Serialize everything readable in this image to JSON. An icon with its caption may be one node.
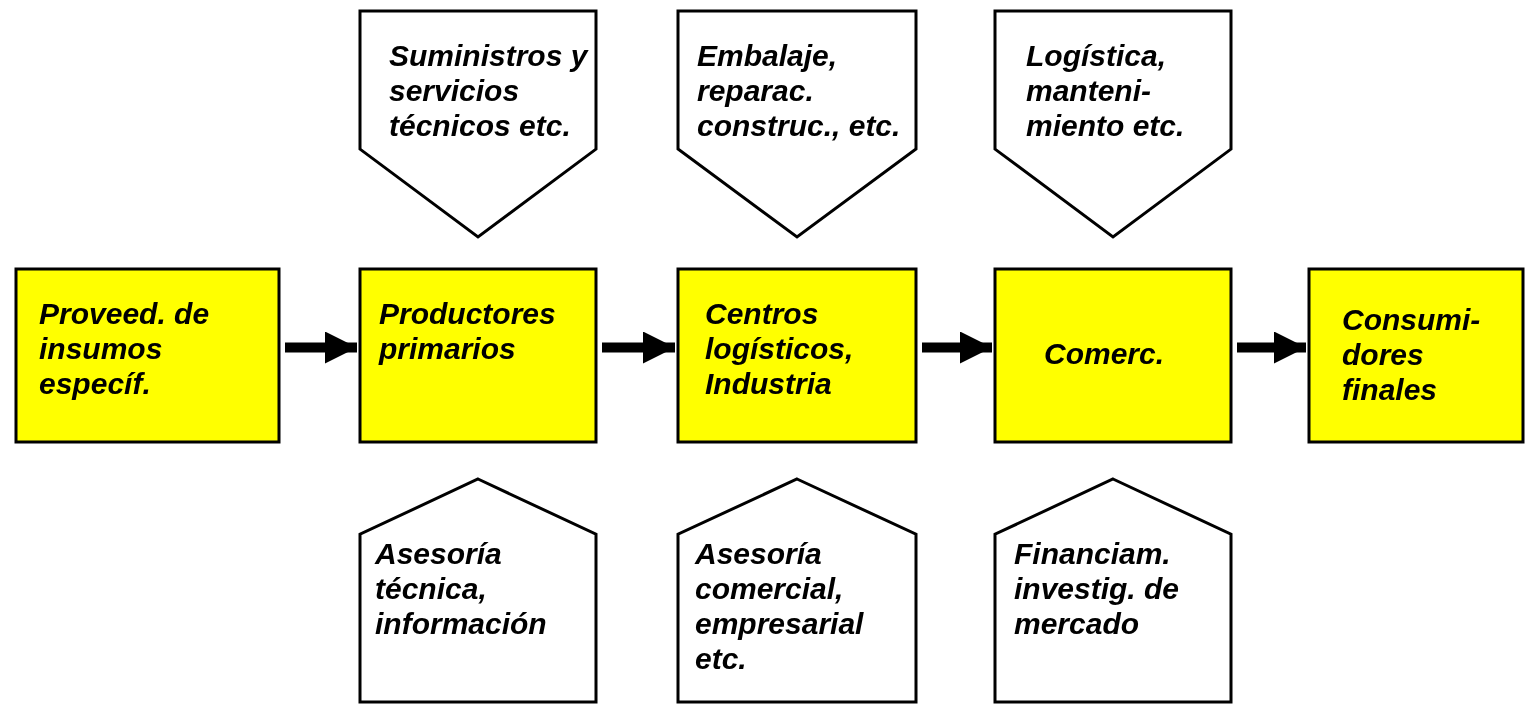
{
  "diagram": {
    "nodes": [
      {
        "text": [
          "Proveed. de insumos específ."
        ]
      },
      {
        "text": [
          "Productores primarios"
        ]
      },
      {
        "text": [
          "Centros logísticos, Industria"
        ]
      },
      {
        "text": [
          "Comerc."
        ]
      },
      {
        "text": [
          "Consumi- dores finales"
        ]
      },
      {
        "text": [
          "Suministros y servicios técnicos etc."
        ]
      },
      {
        "text": [
          "Embalaje, reparac. construc., etc."
        ]
      },
      {
        "text": [
          "Logística, manteni- miento etc."
        ]
      },
      {
        "text": [
          "Asesoría técnica, información"
        ]
      },
      {
        "text": [
          "Asesoría comercial, empresarial etc."
        ]
      },
      {
        "text": [
          "Financiam. investig. de mercado"
        ]
      }
    ],
    "edges": [
      {
        "from": 0,
        "to": 1,
        "arrow": "to"
      },
      {
        "from": 1,
        "to": 2,
        "arrow": "to"
      },
      {
        "from": 2,
        "to": 3,
        "arrow": "to"
      },
      {
        "from": 3,
        "to": 4,
        "arrow": "to"
      }
    ]
  }
}
